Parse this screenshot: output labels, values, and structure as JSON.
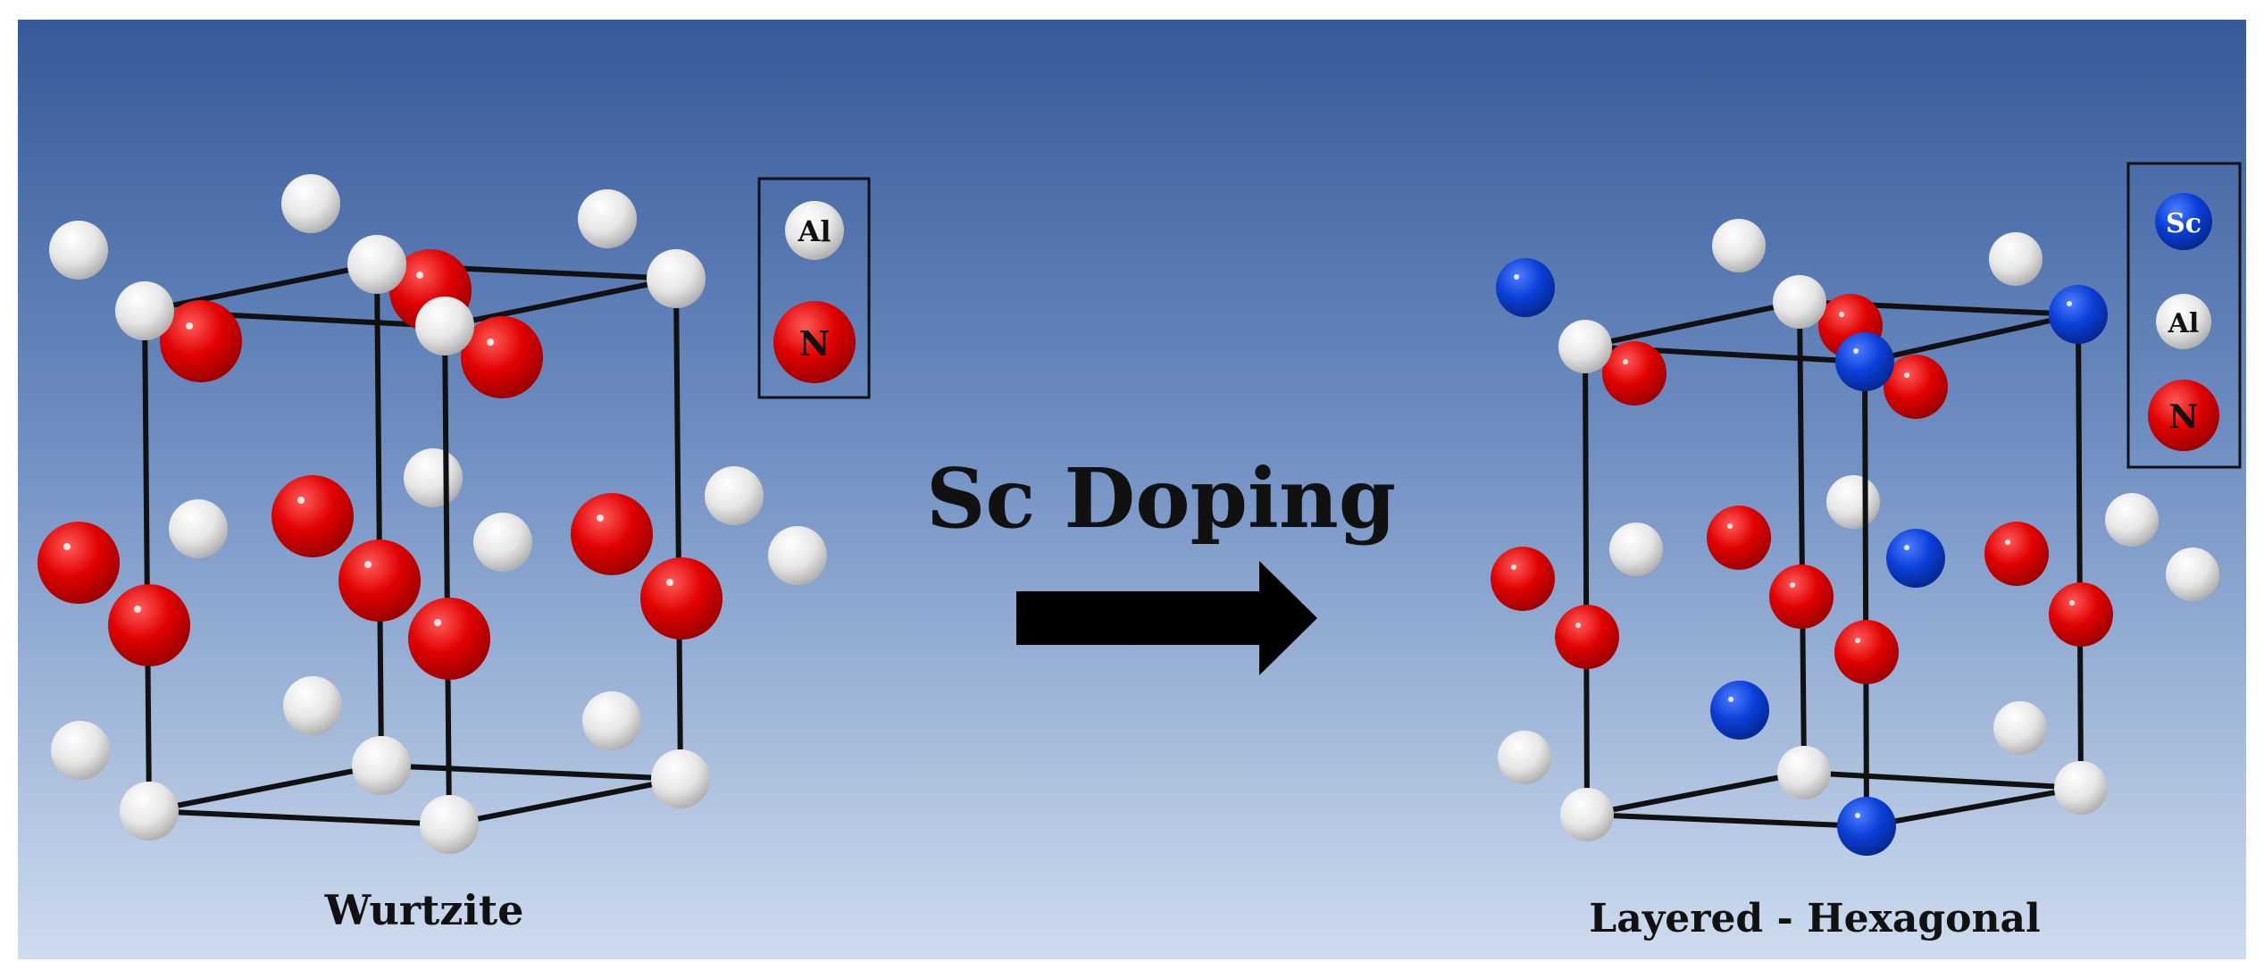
{
  "title": "",
  "colors": {
    "background_top": "#36599a",
    "background_bottom": "#cfdcef",
    "aluminum": "#e8e8e8",
    "nitrogen": "#e00000",
    "scandium": "#0b3fd8",
    "lattice_lines": "#111111",
    "arrow": "#000000"
  },
  "transition": {
    "label": "Sc Doping",
    "arrow_icon": "right-arrow-icon"
  },
  "left_structure": {
    "caption": "Wurtzite",
    "legend": [
      {
        "symbol": "Al",
        "element": "aluminum"
      },
      {
        "symbol": "N",
        "element": "nitrogen"
      }
    ]
  },
  "right_structure": {
    "caption": "Layered - Hexagonal",
    "legend": [
      {
        "symbol": "Sc",
        "element": "scandium"
      },
      {
        "symbol": "Al",
        "element": "aluminum"
      },
      {
        "symbol": "N",
        "element": "nitrogen"
      }
    ]
  }
}
